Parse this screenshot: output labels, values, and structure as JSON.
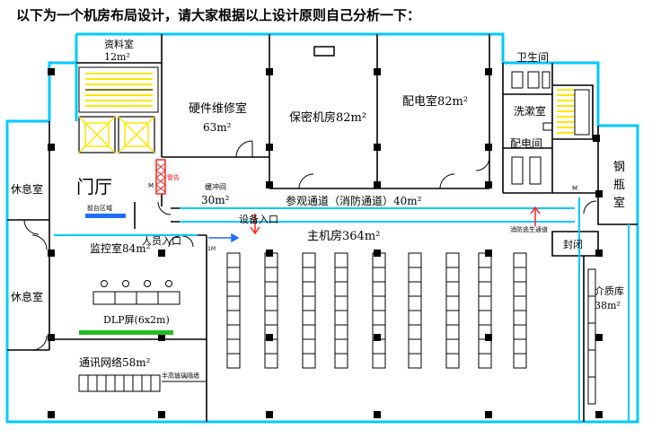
{
  "header": {
    "text": "以下为一个机房布局设计，请大家根据以上设计原则自己分析一下："
  },
  "rooms": {
    "archive": {
      "name": "资料室",
      "area": "12m²"
    },
    "hardware": {
      "name": "硬件维修室",
      "area": "63m²"
    },
    "secure": {
      "name": "保密机房82m²"
    },
    "power": {
      "name": "配电室82m²"
    },
    "toilet": {
      "name": "卫生间"
    },
    "wash": {
      "name": "洗漱室"
    },
    "power_small": {
      "name": "配电间"
    },
    "cylinder_1": {
      "name": "钢"
    },
    "cylinder_2": {
      "name": "瓶"
    },
    "cylinder_3": {
      "name": "室"
    },
    "rest_top": {
      "name": "休息室"
    },
    "rest_bottom": {
      "name": "休息室"
    },
    "lobby": {
      "name": "门厅"
    },
    "buffer": {
      "name": "缓冲间",
      "area": "30m²"
    },
    "corridor": {
      "name": "参观通道（消防通道）40m²"
    },
    "monitor": {
      "name": "监控室84m²"
    },
    "main": {
      "name": "主机房364m²"
    },
    "media_1": {
      "name": "介质库"
    },
    "media_2": {
      "name": "38m²"
    },
    "sealed": {
      "name": "封闭"
    },
    "comm": {
      "name": "通讯网络58m²"
    }
  },
  "labels": {
    "people_entry": "人员入口",
    "equip_entry": "设备入口",
    "fire_exit": "消防逃生通道",
    "dlp": "DLP屏(6x2m)",
    "glass_wall": "半高玻璃隔墙",
    "door_code": "M",
    "front_desk": "前台区域",
    "red_mark": "警告",
    "size_mark": "1M"
  },
  "colors": {
    "wall": "#00c8ff",
    "green": "#22bb22",
    "yellow": "#ffe600",
    "red": "#ff2020",
    "blue": "#1f6fff"
  }
}
